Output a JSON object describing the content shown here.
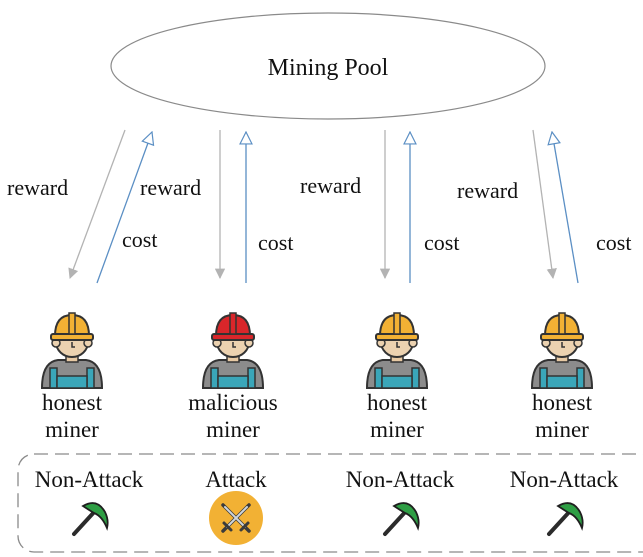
{
  "pool": {
    "label": "Mining Pool"
  },
  "flows": [
    {
      "reward_label": "reward",
      "cost_label": "cost"
    },
    {
      "reward_label": "reward",
      "cost_label": "cost"
    },
    {
      "reward_label": "reward",
      "cost_label": "cost"
    },
    {
      "reward_label": "reward",
      "cost_label": "cost"
    }
  ],
  "miners": [
    {
      "line1": "honest",
      "line2": "miner",
      "helmet_color": "#f2b134",
      "strategy": "Non-Attack",
      "strategy_icon": "pickaxe-icon"
    },
    {
      "line1": "malicious",
      "line2": "miner",
      "helmet_color": "#d9262a",
      "strategy": "Attack",
      "strategy_icon": "crossed-swords-icon"
    },
    {
      "line1": "honest",
      "line2": "miner",
      "helmet_color": "#f2b134",
      "strategy": "Non-Attack",
      "strategy_icon": "pickaxe-icon"
    },
    {
      "line1": "honest",
      "line2": "miner",
      "helmet_color": "#f2b134",
      "strategy": "Non-Attack",
      "strategy_icon": "pickaxe-icon"
    }
  ],
  "colors": {
    "reward_arrow": "#b3b3b3",
    "cost_arrow": "#5b8fc4",
    "helmet_honest": "#f2b134",
    "helmet_malicious": "#d9262a",
    "pickaxe_head": "#2e9e44",
    "attack_badge": "#f2b134"
  }
}
